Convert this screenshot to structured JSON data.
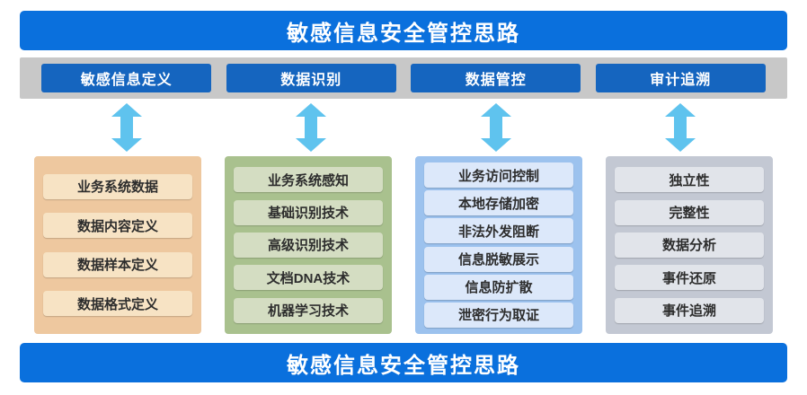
{
  "top_banner": {
    "title": "敏感信息安全管控思路"
  },
  "bottom_banner": {
    "title": "敏感信息安全管控思路"
  },
  "nav": {
    "items": [
      "敏感信息定义",
      "数据识别",
      "数据管控",
      "审计追溯"
    ]
  },
  "arrows": {
    "icon": "double-vertical-arrow",
    "count": 4
  },
  "columns": [
    {
      "theme": "orange",
      "items": [
        "业务系统数据",
        "数据内容定义",
        "数据样本定义",
        "数据格式定义"
      ]
    },
    {
      "theme": "green",
      "items": [
        "业务系统感知",
        "基础识别技术",
        "高级识别技术",
        "文档DNA技术",
        "机器学习技术"
      ]
    },
    {
      "theme": "blue",
      "items": [
        "业务访问控制",
        "本地存储加密",
        "非法外发阻断",
        "信息脱敏展示",
        "信息防扩散",
        "泄密行为取证"
      ]
    },
    {
      "theme": "gray",
      "items": [
        "独立性",
        "完整性",
        "数据分析",
        "事件还原",
        "事件追溯"
      ]
    }
  ],
  "colors": {
    "banner_blue": "#0a70dd",
    "nav_button_blue": "#1565bf",
    "strip_gray": "#c8c8c8",
    "arrow_blue": "#5fc3ee",
    "column_orange": "#eec89f",
    "column_orange_item": "#f7e3c4",
    "column_green": "#a9c18e",
    "column_green_item": "#d4ddc2",
    "column_blue": "#9cc2ee",
    "column_blue_item": "#dce8fa",
    "column_gray": "#c3c8d3",
    "column_gray_item": "#e1e4ea"
  }
}
